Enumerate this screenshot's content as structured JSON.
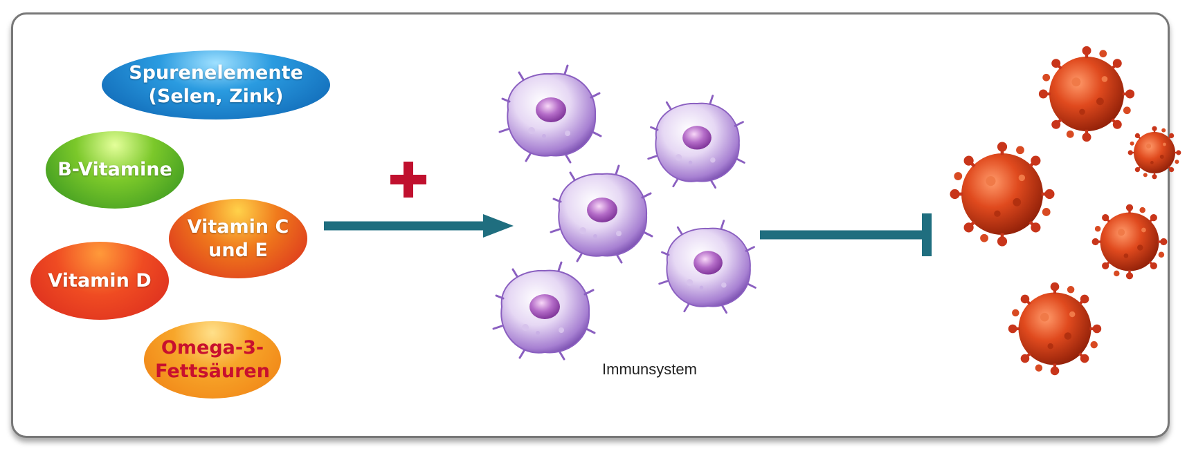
{
  "nutrients": [
    {
      "id": "spurenelemente",
      "label": "Spurenelemente\n(Selen, Zink)",
      "color": "#1a7fd0"
    },
    {
      "id": "b-vitamine",
      "label": "B-Vitamine",
      "color": "#5db32a"
    },
    {
      "id": "vitamin-c-e",
      "label": "Vitamin C\nund E",
      "color": "#e84a20"
    },
    {
      "id": "vitamin-d",
      "label": "Vitamin D",
      "color": "#e6381f"
    },
    {
      "id": "omega-3",
      "label": "Omega-3-\nFettsäuren",
      "color": "#f39a1c",
      "text_color": "#c8102e"
    }
  ],
  "plus_sign": {
    "symbol": "+",
    "color": "#c0102e"
  },
  "arrow": {
    "color": "#1f6e7f"
  },
  "immune_caption": "Immunsystem",
  "inhibitor": {
    "color": "#1f6e7f"
  },
  "virus_color": "#c8351a",
  "cell_color": "#b58fd8"
}
